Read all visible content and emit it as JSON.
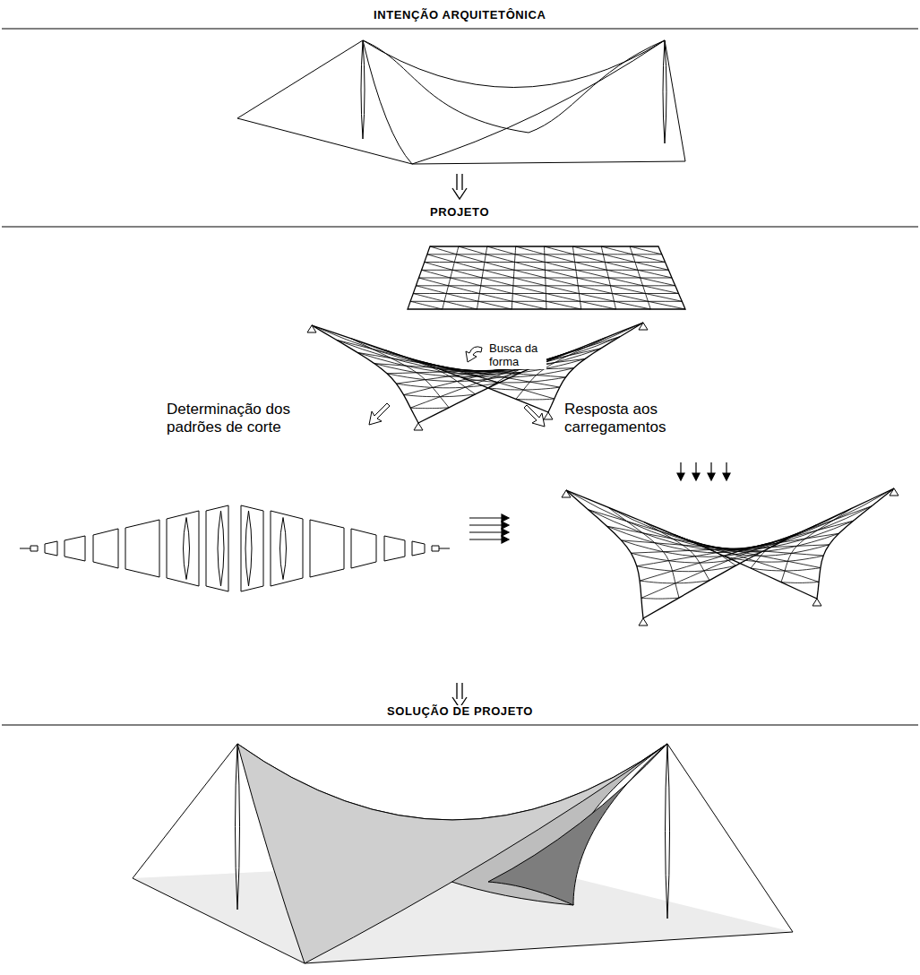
{
  "diagram": {
    "labels": [
      "INTENÇÃO ARQUITETÔNICA",
      "PROJETO",
      "Busca da forma",
      "Determinação dos padrões de corte",
      "Resposta aos carregamentos",
      "SOLUÇÃO DE PROJETO"
    ]
  }
}
